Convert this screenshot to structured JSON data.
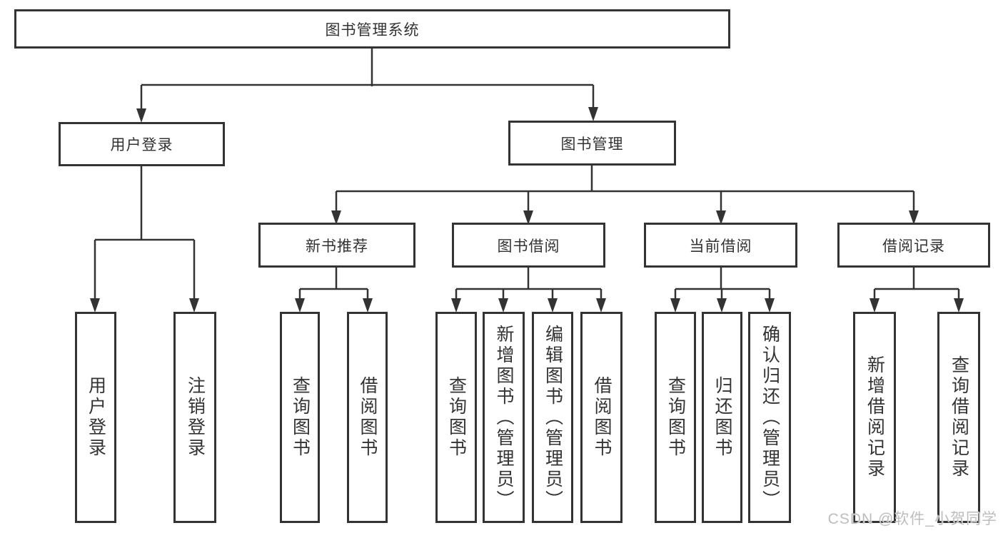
{
  "diagram_title": "图书管理系统",
  "nodes": {
    "root": {
      "label": "图书管理系统"
    },
    "l2": [
      {
        "label": "用户登录"
      },
      {
        "label": "图书管理"
      }
    ],
    "l3": [
      {
        "label": "新书推荐"
      },
      {
        "label": "图书借阅"
      },
      {
        "label": "当前借阅"
      },
      {
        "label": "借阅记录"
      }
    ],
    "leaf": [
      {
        "label": "用户登录",
        "parent": "用户登录"
      },
      {
        "label": "注销登录",
        "parent": "用户登录"
      },
      {
        "label": "查询图书",
        "parent": "新书推荐"
      },
      {
        "label": "借阅图书",
        "parent": "新书推荐"
      },
      {
        "label": "查询图书",
        "parent": "图书借阅"
      },
      {
        "label": "新增图书（管理员）",
        "parent": "图书借阅"
      },
      {
        "label": "编辑图书（管理员）",
        "parent": "图书借阅"
      },
      {
        "label": "借阅图书",
        "parent": "图书借阅"
      },
      {
        "label": "查询图书",
        "parent": "当前借阅"
      },
      {
        "label": "归还图书",
        "parent": "当前借阅"
      },
      {
        "label": "确认归还（管理员）",
        "parent": "当前借阅"
      },
      {
        "label": "新增借阅记录",
        "parent": "借阅记录"
      },
      {
        "label": "查询借阅记录",
        "parent": "借阅记录"
      }
    ]
  },
  "watermark": {
    "text": "CSDN @软件_小贺同学"
  },
  "colors": {
    "line": "#333333",
    "text": "#333333",
    "watermark": "#bdbdbd",
    "background": "#ffffff"
  }
}
